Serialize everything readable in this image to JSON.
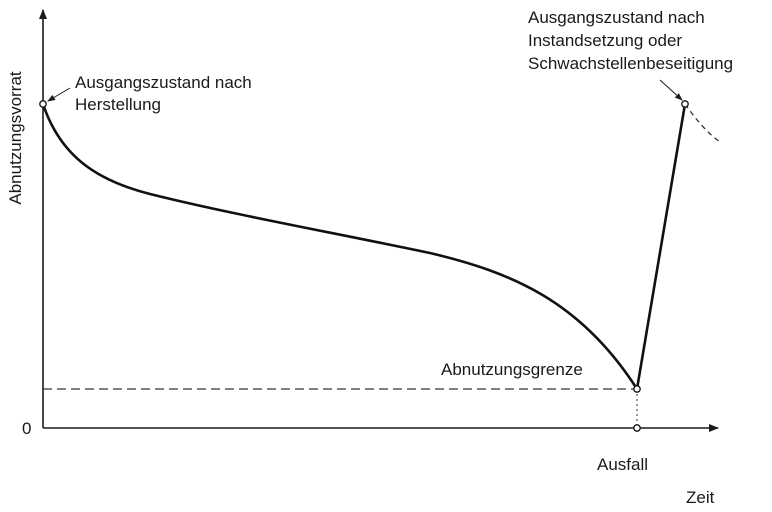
{
  "diagram": {
    "y_axis_label": "Abnutzungsvorrat",
    "x_axis_label": "Zeit",
    "origin_label": "0",
    "initial_state_label": [
      "Ausgangszustand nach",
      "Herstellung"
    ],
    "restored_state_label": [
      "Ausgangszustand nach",
      "Instandsetzung oder",
      "Schwachstellenbeseitigung"
    ],
    "wear_limit_label": "Abnutzungsgrenze",
    "failure_label": "Ausfall"
  }
}
